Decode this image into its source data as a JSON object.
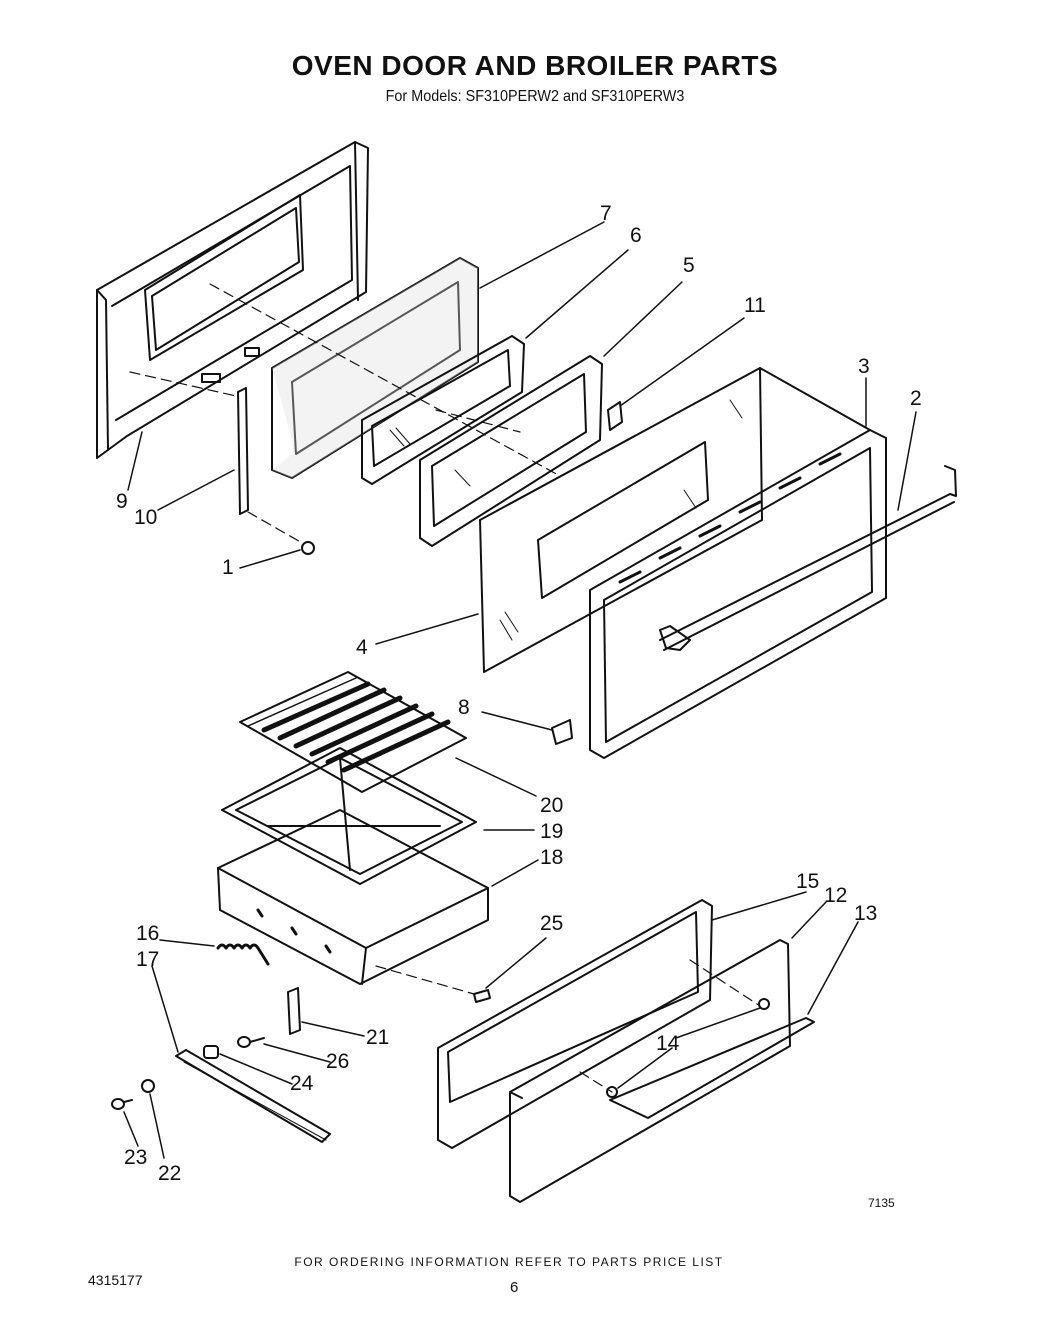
{
  "title": "OVEN DOOR AND BROILER PARTS",
  "subtitle": "For Models: SF310PERW2 and SF310PERW3",
  "footer": "FOR ORDERING INFORMATION REFER TO PARTS PRICE LIST",
  "doc_number": "4315177",
  "page_number": "6",
  "figure_code": "7135",
  "callouts": {
    "c1": "1",
    "c2": "2",
    "c3": "3",
    "c4": "4",
    "c5": "5",
    "c6": "6",
    "c7": "7",
    "c8": "8",
    "c9": "9",
    "c10": "10",
    "c11": "11",
    "c12": "12",
    "c13": "13",
    "c14": "14",
    "c15": "15",
    "c16": "16",
    "c17": "17",
    "c18": "18",
    "c19": "19",
    "c20": "20",
    "c21": "21",
    "c22": "22",
    "c23": "23",
    "c24": "24",
    "c25": "25",
    "c26": "26"
  }
}
